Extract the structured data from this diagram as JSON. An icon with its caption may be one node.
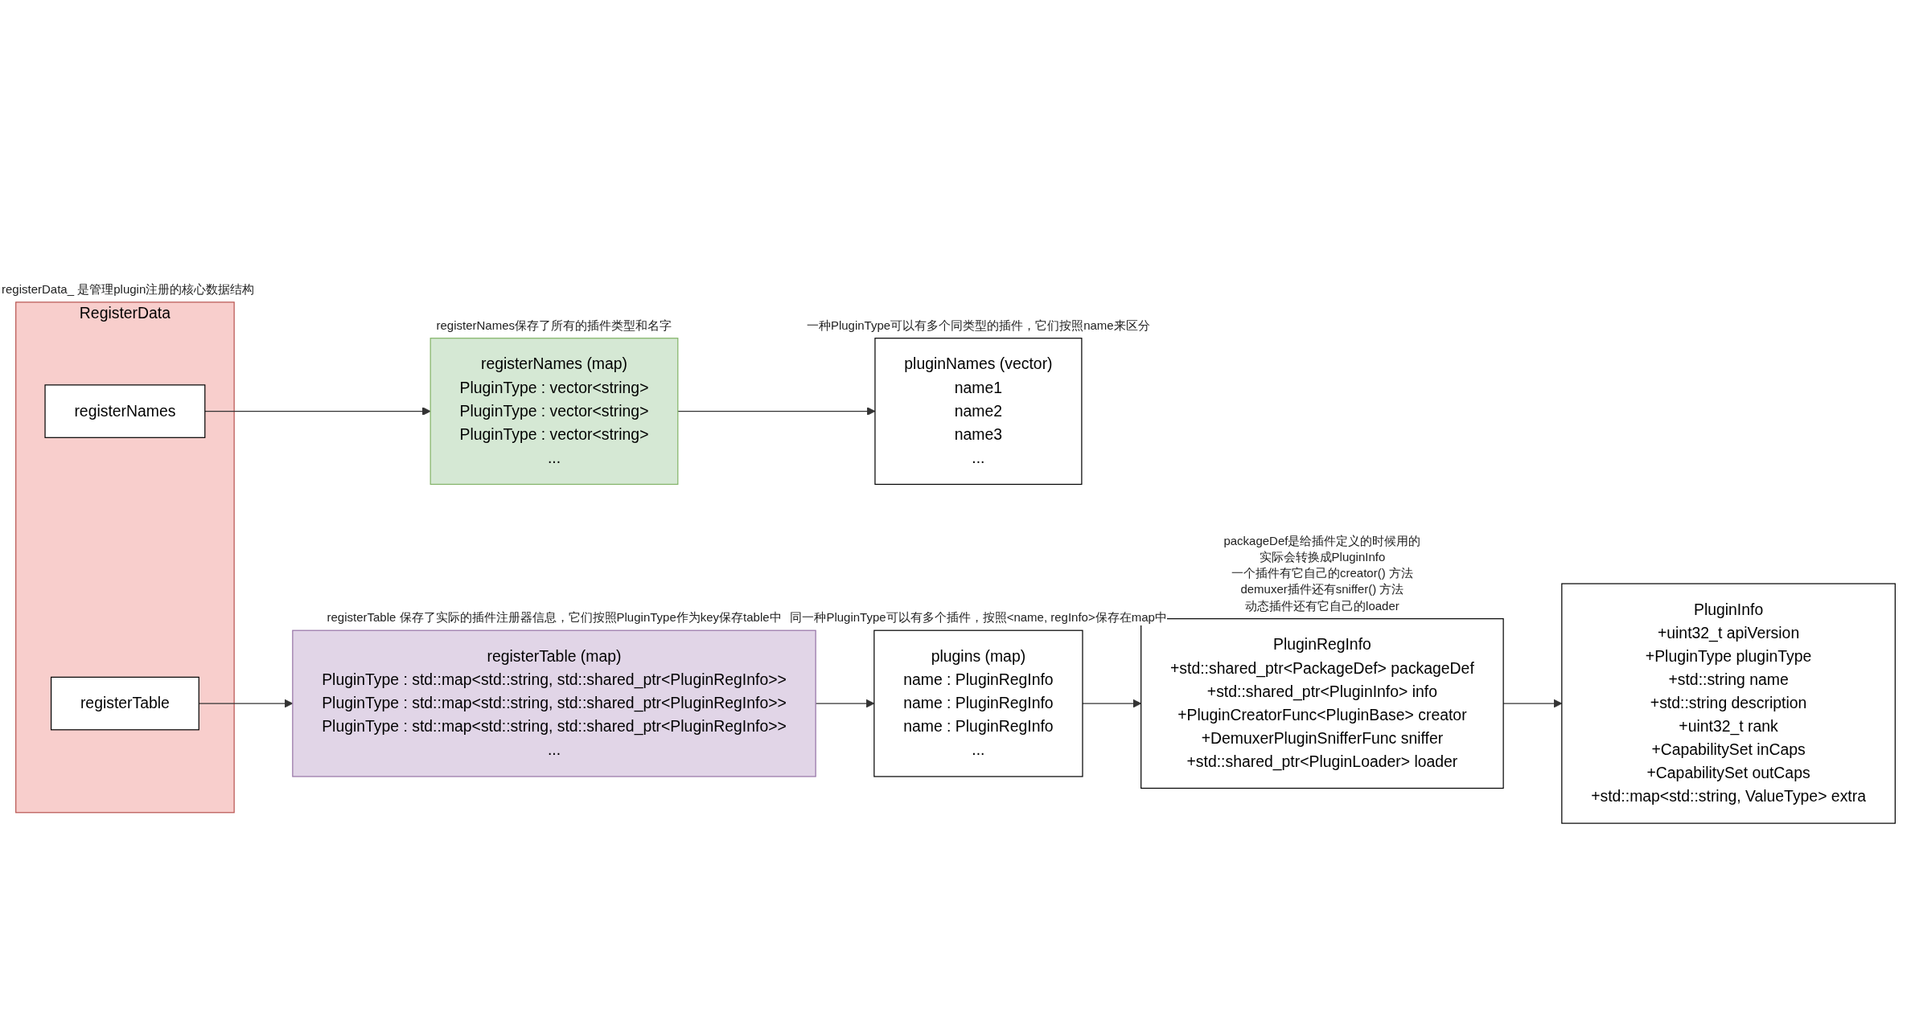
{
  "diagram": {
    "nodes": [
      {
        "text": [
          "RegisterData"
        ],
        "beside": [
          "registerData_ 是管理plugin注册的核心数据结构"
        ]
      },
      {
        "text": [
          "registerNames"
        ],
        "in": 0
      },
      {
        "text": [
          "registerTable"
        ],
        "in": 0
      },
      {
        "text": [
          "registerNames (map)",
          "PluginType : vector<string>",
          "PluginType : vector<string>",
          "PluginType : vector<string>",
          "..."
        ],
        "beside": [
          "registerNames保存了所有的插件类型和名字"
        ]
      },
      {
        "text": [
          "pluginNames (vector)",
          "name1",
          "name2",
          "name3",
          "..."
        ],
        "beside": [
          "一种PluginType可以有多个同类型的插件，它们按照name来区分"
        ]
      },
      {
        "text": [
          "registerTable (map)",
          "PluginType : std::map<std::string, std::shared_ptr<PluginRegInfo>>",
          "PluginType : std::map<std::string, std::shared_ptr<PluginRegInfo>>",
          "PluginType : std::map<std::string, std::shared_ptr<PluginRegInfo>>",
          "..."
        ],
        "beside": [
          "registerTable 保存了实际的插件注册器信息，它们按照PluginType作为key保存table中"
        ]
      },
      {
        "text": [
          "plugins (map)",
          "name : PluginRegInfo",
          "name : PluginRegInfo",
          "name : PluginRegInfo",
          "..."
        ],
        "beside": [
          "同一种PluginType可以有多个插件，按照<name, regInfo>保存在map中"
        ]
      },
      {
        "text": [
          "PluginRegInfo",
          "+std::shared_ptr<PackageDef> packageDef",
          "+std::shared_ptr<PluginInfo> info",
          "+PluginCreatorFunc<PluginBase> creator",
          "+DemuxerPluginSnifferFunc sniffer",
          "+std::shared_ptr<PluginLoader> loader"
        ],
        "beside": [
          "packageDef是给插件定义的时候用的",
          "实际会转换成PluginInfo",
          "一个插件有它自己的creator() 方法",
          "demuxer插件还有sniffer() 方法",
          "动态插件还有它自己的loader"
        ]
      },
      {
        "text": [
          "PluginInfo",
          "+uint32_t apiVersion",
          "+PluginType pluginType",
          "+std::string name",
          "+std::string description",
          "+uint32_t rank",
          "+CapabilitySet inCaps",
          "+CapabilitySet outCaps",
          "+std::map<std::string, ValueType> extra"
        ]
      }
    ],
    "edges": [
      {
        "from": 1,
        "to": 3,
        "arrow": "to"
      },
      {
        "from": 3,
        "to": 4,
        "arrow": "to"
      },
      {
        "from": 2,
        "to": 5,
        "arrow": "to"
      },
      {
        "from": 5,
        "to": 6,
        "arrow": "to"
      },
      {
        "from": 6,
        "to": 7,
        "arrow": "to"
      },
      {
        "from": 7,
        "to": 8,
        "arrow": "to"
      }
    ]
  }
}
